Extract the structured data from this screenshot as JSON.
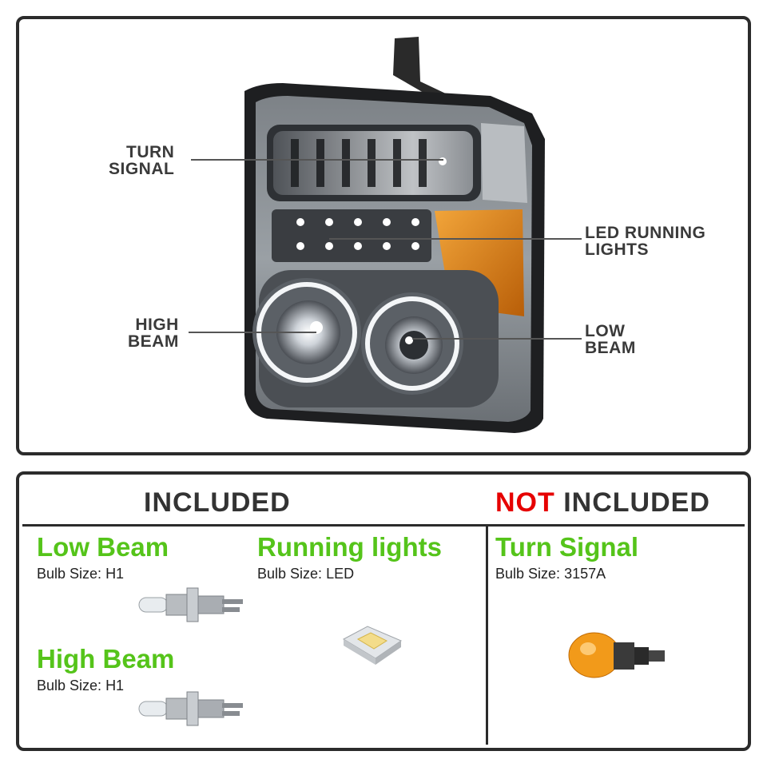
{
  "callouts": {
    "turn_signal": [
      "TURN",
      "SIGNAL"
    ],
    "led_running": [
      "LED RUNNING",
      "LIGHTS"
    ],
    "high_beam": [
      "HIGH",
      "BEAM"
    ],
    "low_beam": [
      "LOW",
      "BEAM"
    ]
  },
  "table": {
    "included_header": "INCLUDED",
    "not_word": "NOT",
    "not_included_rest": "INCLUDED",
    "items": [
      {
        "title": "Low Beam",
        "size_label": "Bulb Size:",
        "size_value": "H1",
        "icon": "h1-halogen-bulb-icon"
      },
      {
        "title": "Running lights",
        "size_label": "Bulb Size:",
        "size_value": "LED",
        "icon": "led-chip-icon"
      },
      {
        "title": "High Beam",
        "size_label": "Bulb Size:",
        "size_value": "H1",
        "icon": "h1-halogen-bulb-icon"
      },
      {
        "title": "Turn Signal",
        "size_label": "Bulb Size:",
        "size_value": "3157A",
        "icon": "amber-3157-bulb-icon"
      }
    ]
  },
  "colors": {
    "included_green": "#55c41a",
    "not_red": "#e60000",
    "border": "#2b2b2b",
    "amber": "#e88a12"
  }
}
